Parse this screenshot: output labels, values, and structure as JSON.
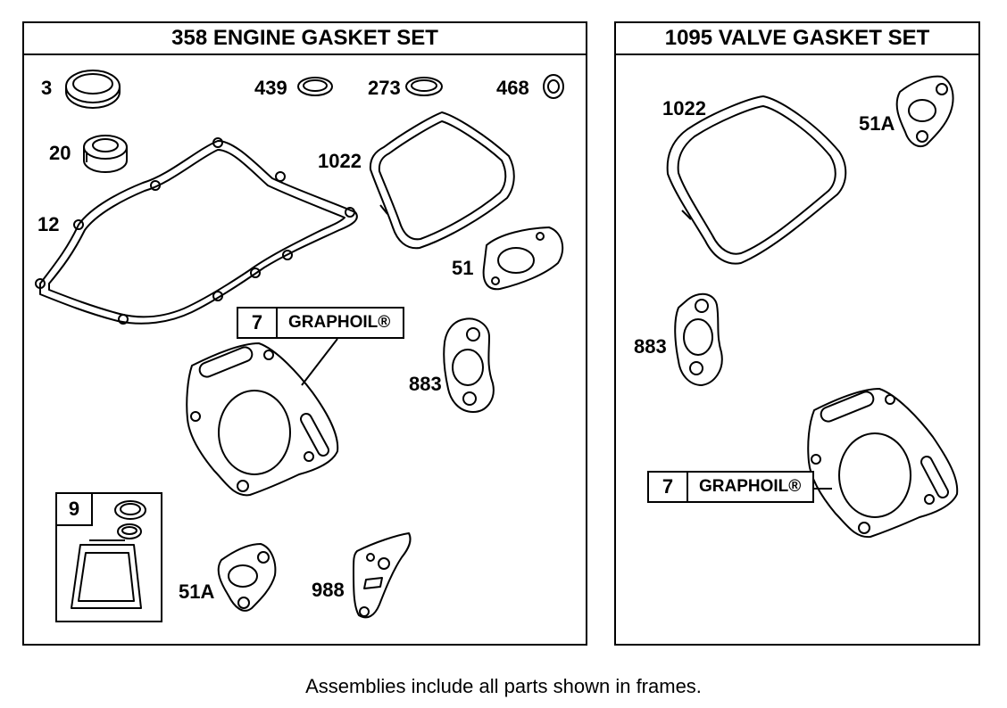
{
  "engine_set": {
    "title": "358  ENGINE GASKET SET",
    "labels": {
      "p3": "3",
      "p439": "439",
      "p273": "273",
      "p468": "468",
      "p20": "20",
      "p1022": "1022",
      "p12": "12",
      "p51": "51",
      "p883": "883",
      "p51a": "51A",
      "p988": "988"
    },
    "graphoil": {
      "number": "7",
      "text": "GRAPHOIL®"
    },
    "kit": {
      "number": "9"
    }
  },
  "valve_set": {
    "title": "1095 VALVE GASKET SET",
    "labels": {
      "p1022": "1022",
      "p51a": "51A",
      "p883": "883"
    },
    "graphoil": {
      "number": "7",
      "text": "GRAPHOIL®"
    }
  },
  "caption": "Assemblies include all parts shown in frames."
}
